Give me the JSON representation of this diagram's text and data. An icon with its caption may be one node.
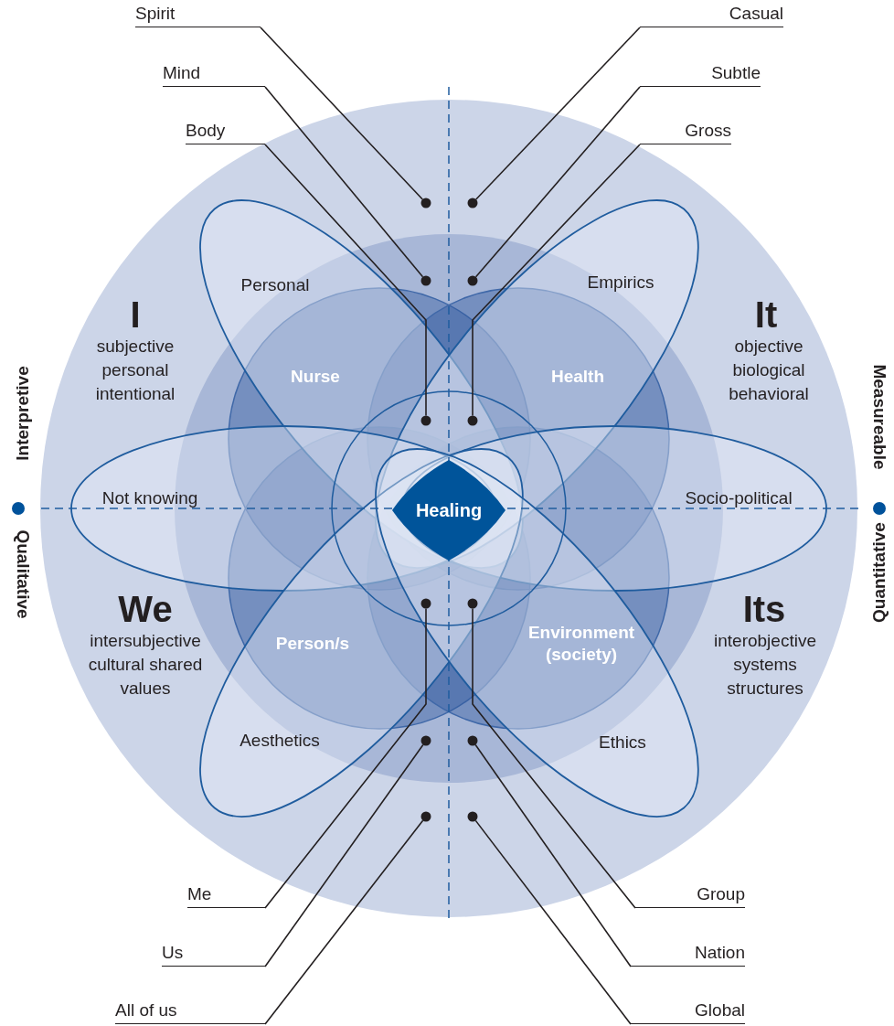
{
  "diagram": {
    "nodes": [
      {
        "text": [
          "Spirit"
        ]
      },
      {
        "text": [
          "Casual"
        ]
      },
      {
        "text": [
          "Mind"
        ]
      },
      {
        "text": [
          "Subtle"
        ]
      },
      {
        "text": [
          "Body"
        ]
      },
      {
        "text": [
          "Gross"
        ]
      },
      {
        "text": [],
        "shape": "circle"
      },
      {
        "text": [],
        "shape": "circle"
      },
      {
        "text": [],
        "shape": "circle"
      },
      {
        "text": [],
        "shape": "circle"
      },
      {
        "text": [
          "Personal"
        ]
      },
      {
        "text": [
          "Empirics"
        ]
      },
      {
        "text": [
          "Nurse"
        ]
      },
      {
        "text": [
          "Health"
        ]
      },
      {
        "text": [],
        "shape": "circle"
      },
      {
        "text": [],
        "shape": "circle"
      },
      {
        "text": [
          "Not knowing"
        ]
      },
      {
        "text": [
          "Healing"
        ]
      },
      {
        "text": [
          "Socio-political"
        ]
      },
      {
        "text": [],
        "shape": "circle"
      },
      {
        "text": [],
        "shape": "circle"
      },
      {
        "text": [
          "Person/s"
        ]
      },
      {
        "text": [
          "Environment (society)"
        ]
      },
      {
        "text": [
          "Aesthetics"
        ]
      },
      {
        "text": [
          "Ethics"
        ]
      },
      {
        "text": [],
        "shape": "circle"
      },
      {
        "text": [],
        "shape": "circle"
      },
      {
        "text": [],
        "shape": "circle"
      },
      {
        "text": [],
        "shape": "circle"
      },
      {
        "text": [
          "Me"
        ]
      },
      {
        "text": [
          "Group"
        ]
      },
      {
        "text": [
          "Us"
        ]
      },
      {
        "text": [
          "Nation"
        ]
      },
      {
        "text": [
          "All of us"
        ]
      },
      {
        "text": [
          "Global"
        ]
      }
    ],
    "edges": [
      {
        "from": 0,
        "to": 6,
        "arrow": "none"
      },
      {
        "from": 1,
        "to": 7,
        "arrow": "none"
      },
      {
        "from": 2,
        "to": 8,
        "arrow": "none"
      },
      {
        "from": 3,
        "to": 9,
        "arrow": "none"
      },
      {
        "from": 4,
        "to": 14,
        "arrow": "none"
      },
      {
        "from": 5,
        "to": 15,
        "arrow": "none"
      },
      {
        "from": 29,
        "to": 19,
        "arrow": "none"
      },
      {
        "from": 30,
        "to": 20,
        "arrow": "none"
      },
      {
        "from": 31,
        "to": 25,
        "arrow": "none"
      },
      {
        "from": 32,
        "to": 26,
        "arrow": "none"
      },
      {
        "from": 33,
        "to": 27,
        "arrow": "none"
      },
      {
        "from": 34,
        "to": 28,
        "arrow": "none"
      }
    ],
    "labels": [
      "I",
      "subjective personal intentional",
      "It",
      "objective biological behavioral",
      "Interpretive",
      "Measureable",
      "Qualitative",
      "Quantitative",
      "We",
      "intersubjective cultural shared values",
      "Its",
      "interobjective systems structures"
    ]
  }
}
